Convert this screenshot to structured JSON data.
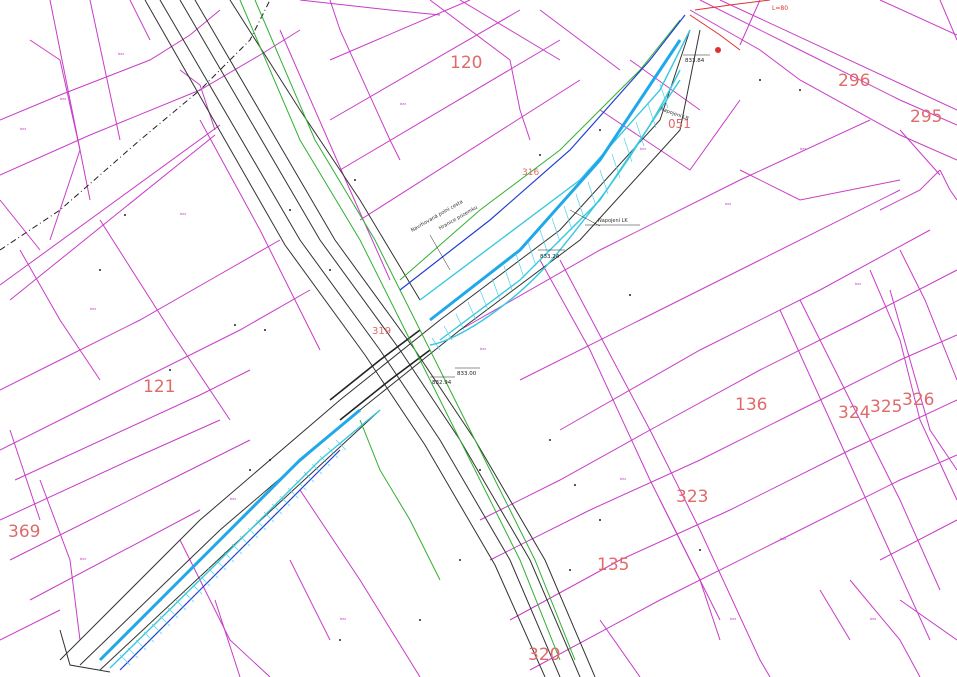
{
  "map": {
    "parcel_labels": [
      {
        "id": "120",
        "text": "120"
      },
      {
        "id": "121",
        "text": "121"
      },
      {
        "id": "136",
        "text": "136"
      },
      {
        "id": "135",
        "text": "135"
      },
      {
        "id": "323",
        "text": "323"
      },
      {
        "id": "324",
        "text": "324"
      },
      {
        "id": "325",
        "text": "325"
      },
      {
        "id": "326",
        "text": "326"
      },
      {
        "id": "296",
        "text": "296"
      },
      {
        "id": "295",
        "text": "295"
      },
      {
        "id": "369",
        "text": "369"
      },
      {
        "id": "320",
        "text": "320"
      },
      {
        "id": "051",
        "text": "051"
      },
      {
        "id": "316",
        "text": "316"
      },
      {
        "id": "319",
        "text": "319"
      }
    ],
    "elevations": [
      {
        "id": "e1",
        "text": "833.84"
      },
      {
        "id": "e2",
        "text": "833.24"
      },
      {
        "id": "e3",
        "text": "833.00"
      },
      {
        "id": "e4",
        "text": "832.94"
      }
    ],
    "annotations": [
      {
        "id": "a1",
        "text": "Navrhovaná polní cesta"
      },
      {
        "id": "a2",
        "text": "Hranice pozemku"
      },
      {
        "id": "a3",
        "text": "Napojení LK"
      },
      {
        "id": "a4",
        "text": "Napojení LR"
      }
    ],
    "red_mark": "L=80",
    "small_parcel_code": "bez",
    "colors": {
      "parcel": "#c83cc8",
      "label": "#e06a6a",
      "road": "#333333",
      "green_line": "#30b030",
      "cyan_line": "#38c8e0",
      "blue_line": "#2040d0",
      "red": "#e03030"
    }
  }
}
